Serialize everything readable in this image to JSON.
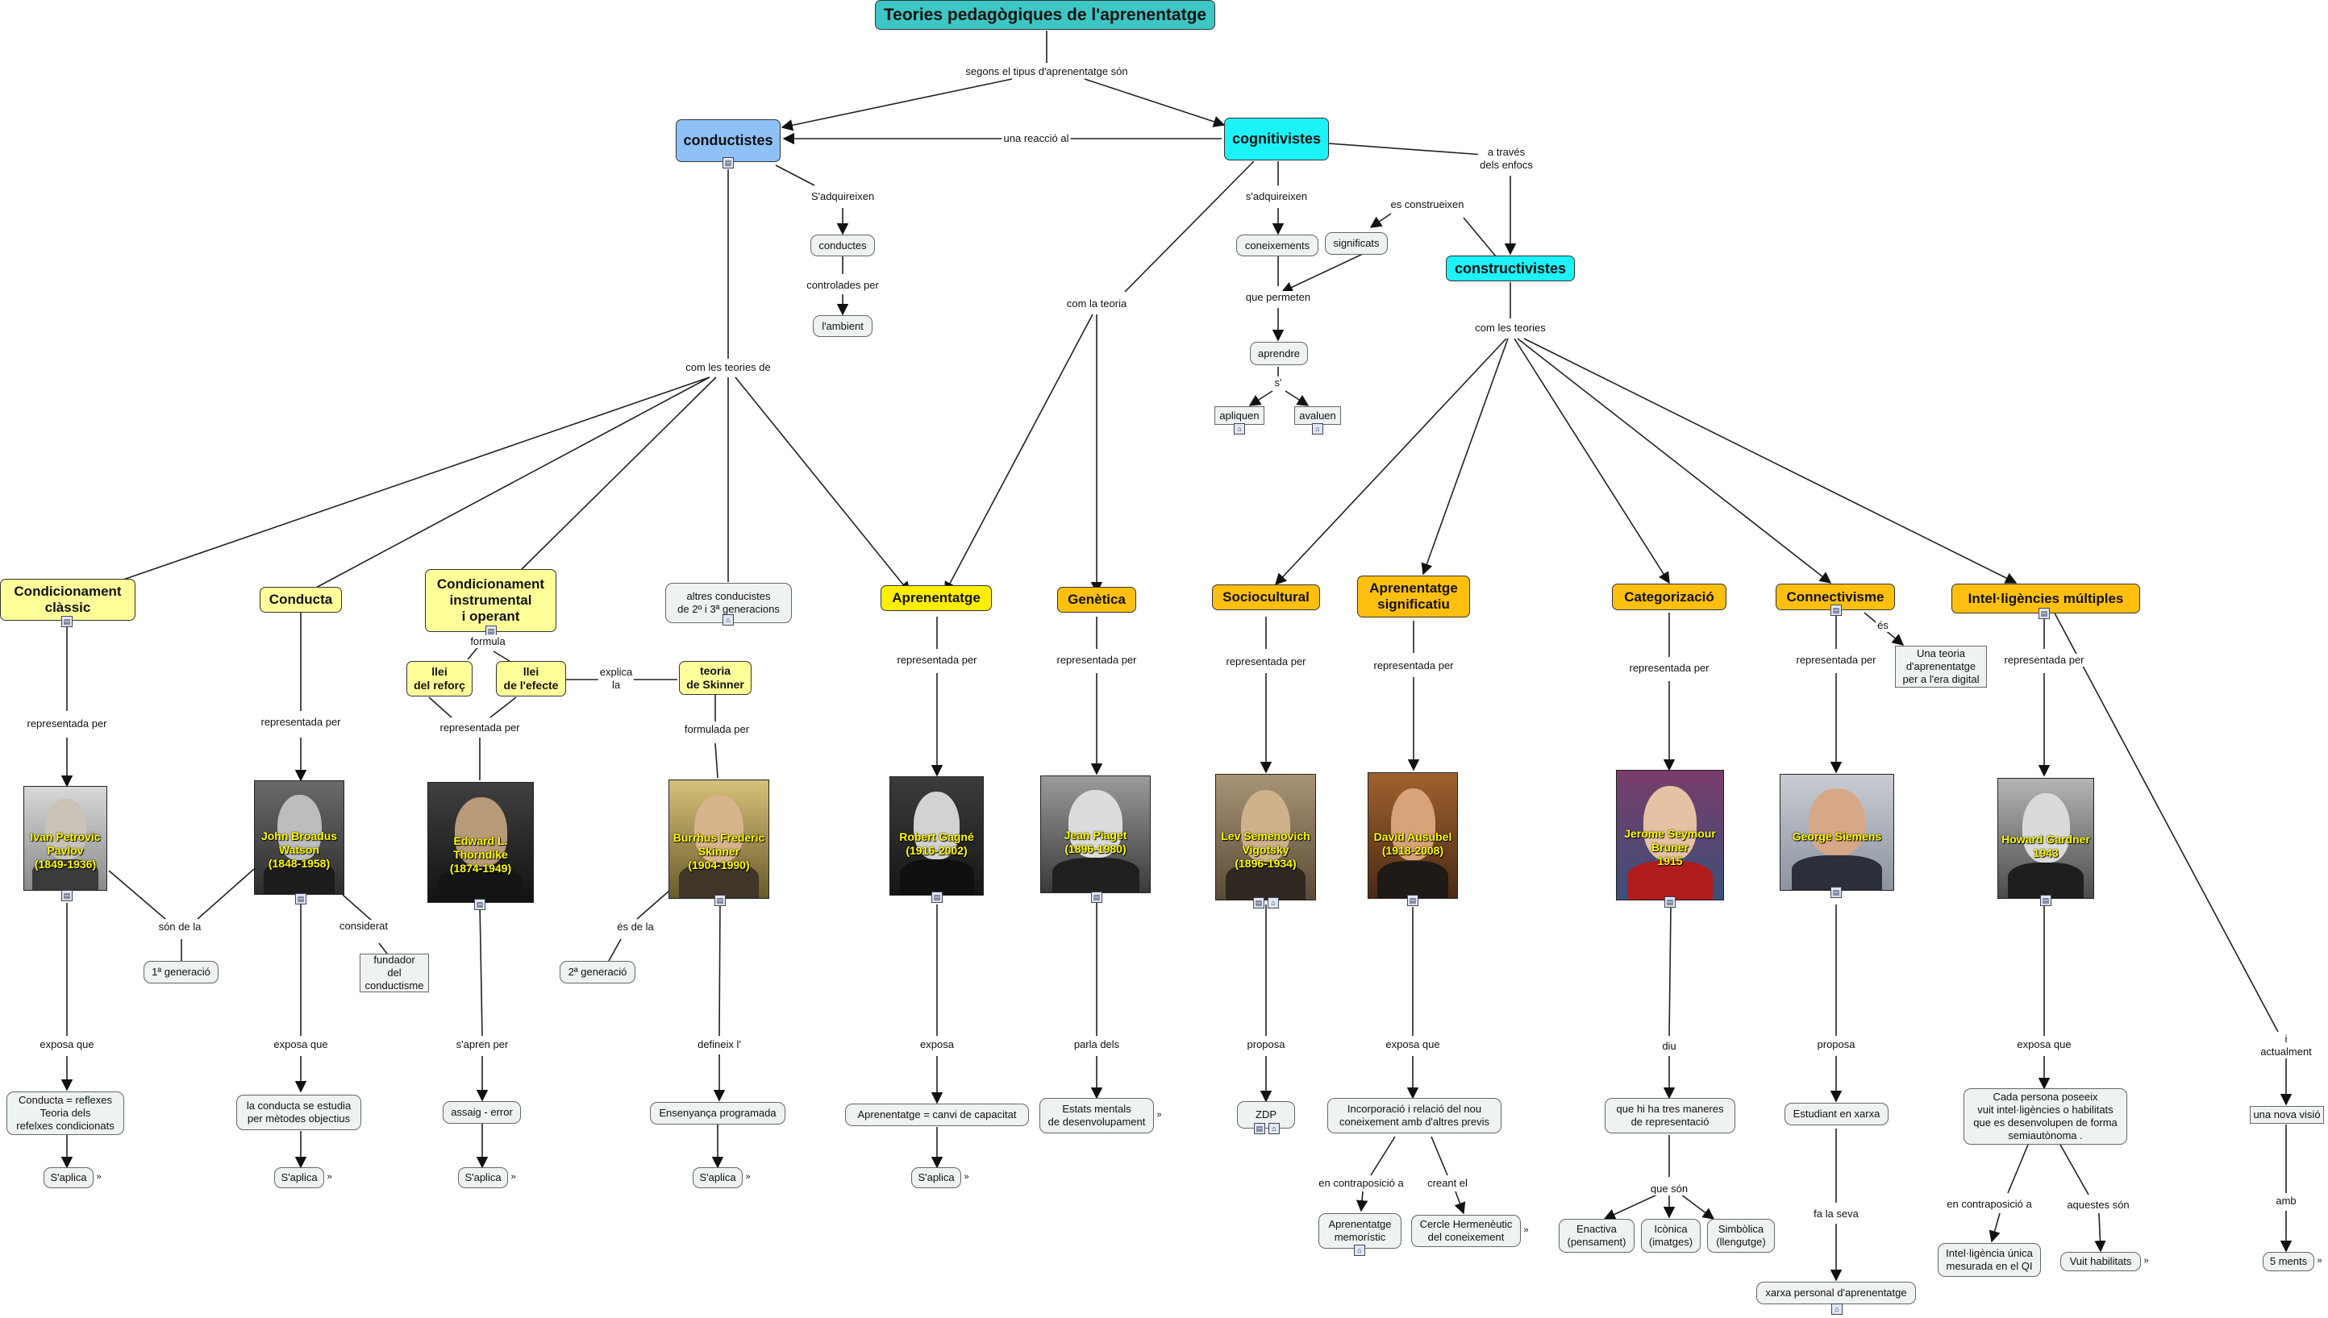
{
  "title": "Teories pedagògiques de l'aprenentatge",
  "nodes": {
    "conductistes": "conductistes",
    "cognitivistes": "cognitivistes",
    "constructivistes": "constructivistes",
    "conductes": "conductes",
    "ambient": "l'ambient",
    "coneixements": "coneixements",
    "significats": "significats",
    "aprendre": "aprendre",
    "apliquen": "apliquen",
    "avaluen": "avaluen",
    "cond_classic": "Condicionament\nclàssic",
    "conducta": "Conducta",
    "cond_instrumental": "Condicionament\ninstrumental\ni operant",
    "altres": "altres conducistes\nde 2º i  3ª generacions",
    "llei_reforc": "llei\ndel reforç",
    "llei_efecte": "llei\nde l'efecte",
    "teoria_skinner": "teoria\nde Skinner",
    "aprenentatge": "Aprenentatge",
    "genetica": "Genètica",
    "sociocultural": "Sociocultural",
    "significatiu": "Aprenentatge\nsignificatiu",
    "categoritzacio": "Categorizació",
    "connectivisme": "Connectivisme",
    "intel": "Intel·ligències múltiples",
    "una_teoria": "Una teoria\nd'aprenentatge\nper a l'era digital",
    "gen1": "1ª generació",
    "fundador": "fundador\ndel\nconductisme",
    "gen2": "2ª generació",
    "reflexes": "Conducta = reflexes\nTeoria dels\nrefelxes condicionats",
    "metodes": "la conducta se estudia\nper mètodes objectius",
    "assaig": "assaig - error",
    "ensenyanca": "Ensenyança programada",
    "capacitat": "Aprenentatge = canvi de capacitat",
    "estats": "Estats mentals\nde desenvolupament",
    "zdp": "ZDP",
    "incorporacio": "Incorporació i relació del nou\nconeixement amb d'altres previs",
    "memoristic": "Aprenentatge\nmemorístic",
    "cercle": "Cercle Hermenèutic\ndel coneixement",
    "tres_maneres": "que hi ha tres maneres\nde representació",
    "enactiva": "Enactiva\n(pensament)",
    "iconica": "Icònica\n(imatges)",
    "simbolica": "Simbòlica\n(llengutge)",
    "estudiant": "Estudiant en xarxa",
    "xarxa": "xarxa personal d'aprenentatge",
    "cada_persona": "Cada persona poseeix\nvuit intel·ligències o habilitats\nque es desenvolupen de forma\nsemiautònoma .",
    "qi": "Intel·ligència única\nmesurada en el QI",
    "vuit": "Vuit habilitats",
    "nova_visio": "una nova visió",
    "cinc_ments": "5 ments",
    "saplica": "S'aplica"
  },
  "people": {
    "pavlov": "Ivan Petrovic\nPavlov\n(1849-1936)",
    "watson": "John Broadus\nWatson\n(1848-1958)",
    "thorndike": "Edward L.\nThorndike\n(1874-1949)",
    "skinner": "Burrhus Frederic\nSkinner\n(1904-1990)",
    "gagne": "Robert Gagné\n(1916-2002)",
    "piaget": "Jean Piaget\n(1896-1980)",
    "vigotsky": "Lev Semenovich\nVigotsky\n(1896-1934)",
    "ausubel": "David Ausubel\n(1918-2008)",
    "bruner": "Jerome Seymour\nBruner\n1915",
    "siemens": "George Siemens",
    "gardner": "Howard Gardner\n1943"
  },
  "links": {
    "segons": "segons el tipus d'aprenentatge són",
    "reaccio": "una reacció al",
    "a_traves": "a través\ndels enfocs",
    "sadquireixen_c": "S'adquireixen",
    "controlades": "controlades per",
    "sadquireixen_k": "s'adquireixen",
    "es_construeixen": "es construeixen",
    "que_permeten": "que permeten",
    "s": "s'",
    "com_teories_de": "com les teories de",
    "com_la_teoria": "com la teoria",
    "com_les_teories": "com les teories",
    "representada_per": "representada per",
    "formula": "formula",
    "explica_la": "explica\nla",
    "formulada_per": "formulada per",
    "es": "és",
    "son_de_la": "són de la",
    "considerat": "considerat",
    "es_de_la": "és de la",
    "exposa_que": "exposa que",
    "sapren_per": "s'apren per",
    "defineix": "defineix l'",
    "exposa": "exposa",
    "parla_dels": "parla dels",
    "proposa": "proposa",
    "diu": "diu",
    "en_contraposicio": "en contraposició a",
    "creant_el": "creant el",
    "que_son": "que són",
    "fa_la_seva": "fa la seva",
    "aquestes_son": "aquestes són",
    "i_actualment": "i actualment",
    "amb": "amb"
  },
  "colors": {
    "title": "#3cc6c4",
    "conductistes": "#8ec1f5",
    "cognitivistes": "#1cf2f7",
    "light_yellow": "#ffff99",
    "yellow": "#ffee00",
    "orange": "#ffbf0f",
    "concept": "#eef2f2",
    "photo_caption": "#ffff00"
  },
  "icons": {
    "note": "note-icon",
    "map": "concept-map-icon",
    "expand": "double-arrow-icon"
  }
}
